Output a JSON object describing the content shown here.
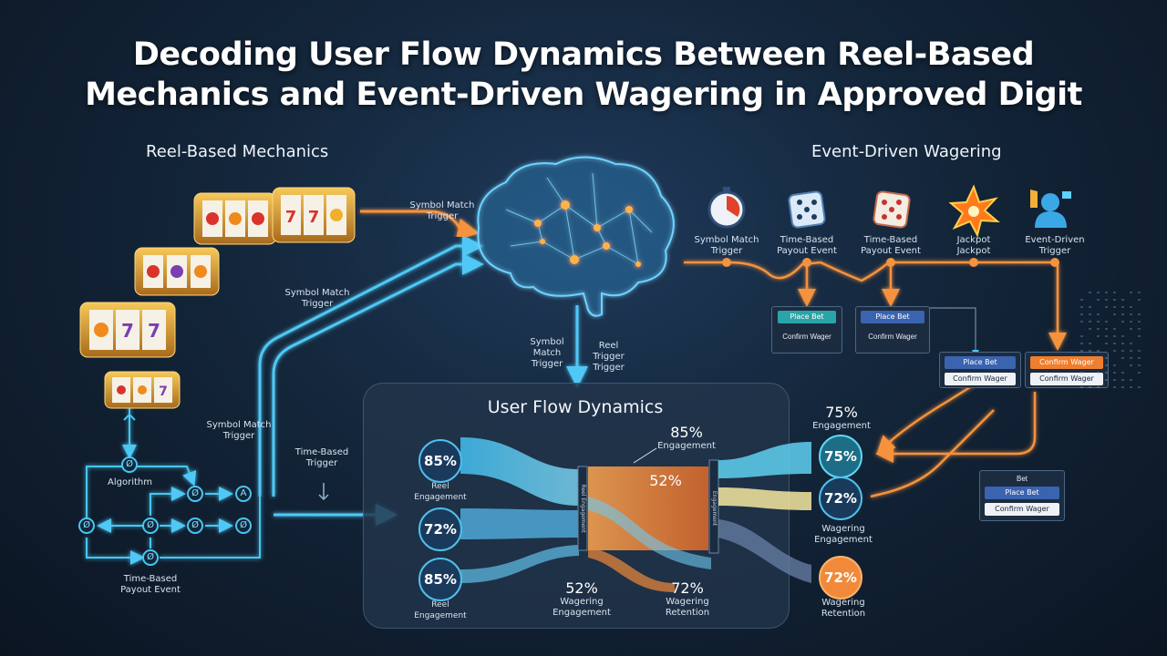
{
  "title": {
    "line1": "Decoding User Flow Dynamics Between Reel-Based",
    "line2": "Mechanics and Event-Driven Wagering in Approved Digit"
  },
  "left": {
    "heading": "Reel-Based Mechanics",
    "algorithm_label": "Algorithm",
    "payout_label": [
      "Time-Based",
      "Payout Event"
    ],
    "symbol_match_label": [
      "Symbol Match",
      "Trigger"
    ],
    "symbol_match_label2": [
      "Symbol Match",
      "Trigger"
    ],
    "time_based_trigger": [
      "Time-Based",
      "Trigger"
    ],
    "top_arrow_label": [
      "Symbol Match",
      "Trigger"
    ],
    "node_glyphs": [
      "Ø",
      "A",
      "Ø",
      "Ø",
      "Ø",
      "Ø",
      "Ø"
    ]
  },
  "center": {
    "below_brain_left": [
      "Symbol",
      "Match",
      "Trigger"
    ],
    "below_brain_right": [
      "Reel",
      "Trigger",
      "Trigger"
    ]
  },
  "right": {
    "heading": "Event-Driven Wagering",
    "events": [
      {
        "icon": "stopwatch-icon",
        "label": [
          "Symbol Match",
          "Trigger"
        ]
      },
      {
        "icon": "dice-icon",
        "label": [
          "Time-Based",
          "Payout Event"
        ]
      },
      {
        "icon": "dice-icon",
        "label": [
          "Time-Based",
          "Payout Event"
        ]
      },
      {
        "icon": "jackpot-burst-icon",
        "label": [
          "Jackpot",
          "Jackpot"
        ]
      },
      {
        "icon": "user-hand-icon",
        "label": [
          "Event-Driven",
          "Trigger"
        ]
      }
    ],
    "cards": [
      {
        "top": "Place Bet",
        "bottom": "Confirm Wager"
      },
      {
        "top": "Place Bet",
        "bottom": "Confirm Wager"
      },
      {
        "top": "Place Bet",
        "bottom": "Confirm Wager"
      },
      {
        "top": "Confirm Wager",
        "bottom": "Confirm Wager"
      },
      {
        "header": "Bet",
        "top": "Place Bet",
        "bottom": "Confirm Wager"
      }
    ]
  },
  "panel": {
    "title": "User Flow Dynamics",
    "left_bubbles": [
      "85%",
      "72%",
      "85%"
    ],
    "left_labels": [
      [
        "Reel",
        "Engagement"
      ],
      [
        "Reel",
        "Engagement"
      ]
    ],
    "mid_top": {
      "value": "85%",
      "label": "Engagement"
    },
    "mid_center": "52%",
    "bar_left_text": "Reel Engagement",
    "bar_right_text": "Engagement",
    "bottom_left": {
      "value": "52%",
      "label": [
        "Wagering",
        "Engagement"
      ]
    },
    "bottom_right": {
      "value": "72%",
      "label": [
        "Wagering",
        "Retention"
      ]
    }
  },
  "outcomes": {
    "top_stat": {
      "value": "75%",
      "label": "Engagement"
    },
    "bubbles": [
      "75%",
      "72%",
      "72%"
    ],
    "labels": [
      [
        "Wagering",
        "Engagement"
      ],
      [
        "Wagering",
        "Retention"
      ]
    ]
  },
  "colors": {
    "cyan": "#4fc8f5",
    "orange": "#f5923e",
    "background": "#132539"
  }
}
